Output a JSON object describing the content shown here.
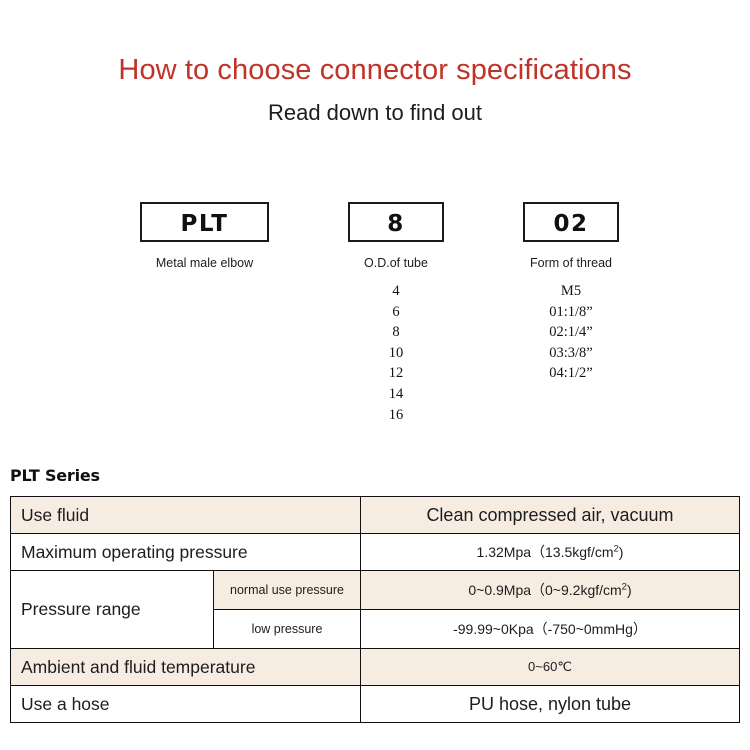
{
  "header": {
    "title": "How to choose connector specifications",
    "subtitle": "Read down to find out",
    "title_color": "#bf3429"
  },
  "code_breakdown": {
    "groups": [
      {
        "id": "series",
        "code": "PLT",
        "caption": "Metal male elbow",
        "options": []
      },
      {
        "id": "od",
        "code": "8",
        "caption": "O.D.of tube",
        "options": [
          "4",
          "6",
          "8",
          "10",
          "12",
          "14",
          "16"
        ]
      },
      {
        "id": "thread",
        "code": "02",
        "caption": "Form of thread",
        "options": [
          "M5",
          "01:1/8”",
          "02:1/4”",
          "03:3/8”",
          "04:1/2”"
        ]
      }
    ]
  },
  "spec": {
    "series_label": "PLT Series",
    "tint_color": "#f7ece2",
    "rows": [
      {
        "label": "Use fluid",
        "value": "Clean compressed air, vacuum",
        "tinted": true
      },
      {
        "label": "Maximum operating pressure",
        "value": "1.32Mpa（13.5kgf/cm",
        "value_sup": "2",
        "value_tail": ")",
        "tinted": false
      },
      {
        "label": "Pressure range",
        "sub_rows": [
          {
            "sub_label": "normal use pressure",
            "value": "0~0.9Mpa（0~9.2kgf/cm",
            "value_sup": "2",
            "value_tail": ")",
            "tinted": true
          },
          {
            "sub_label": "low pressure",
            "value": "-99.99~0Kpa（-750~0mmHg）",
            "tinted": false
          }
        ]
      },
      {
        "label": "Ambient and fluid temperature",
        "value": "0~60℃",
        "tinted": true
      },
      {
        "label": "Use a hose",
        "value": "PU hose, nylon tube",
        "tinted": false
      }
    ]
  }
}
